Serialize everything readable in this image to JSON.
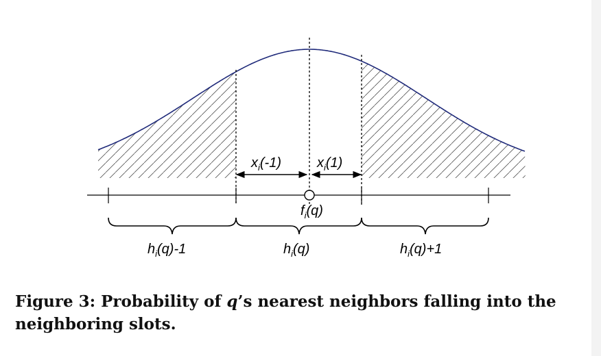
{
  "figure": {
    "labels": {
      "x_left": "x",
      "x_left_sub": "i",
      "x_left_arg": "(-1)",
      "x_right": "x",
      "x_right_sub": "i",
      "x_right_arg": "(1)",
      "f_main": "f",
      "f_sub": "i",
      "f_arg": "(q)",
      "h_left_main": "h",
      "h_left_sub": "i",
      "h_left_arg": "(q)-1",
      "h_mid_main": "h",
      "h_mid_sub": "i",
      "h_mid_arg": "(q)",
      "h_right_main": "h",
      "h_right_sub": "i",
      "h_right_arg": "(q)+1"
    },
    "colors": {
      "curve": "#1f2a7a",
      "lines": "#000000",
      "hatch": "#555555"
    }
  },
  "caption": {
    "prefix": "Figure 3: Probability of ",
    "var": "q",
    "suffix": "’s nearest neighbors falling into the neighboring slots."
  }
}
